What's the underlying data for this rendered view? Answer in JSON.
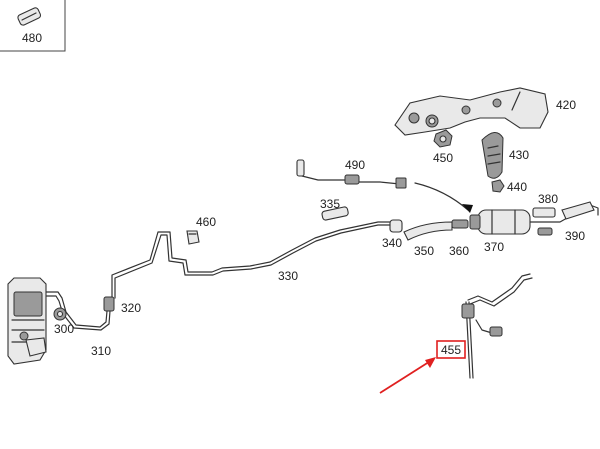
{
  "diagram": {
    "labels": {
      "p480": "480",
      "p420": "420",
      "p450": "450",
      "p430": "430",
      "p440": "440",
      "p490": "490",
      "p380": "380",
      "p460": "460",
      "p335": "335",
      "p340": "340",
      "p350": "350",
      "p360": "360",
      "p370": "370",
      "p390": "390",
      "p330": "330",
      "p320": "320",
      "p300": "300",
      "p310": "310",
      "p455": "455"
    },
    "highlight": {
      "part": "455",
      "color": "#e02020"
    }
  }
}
